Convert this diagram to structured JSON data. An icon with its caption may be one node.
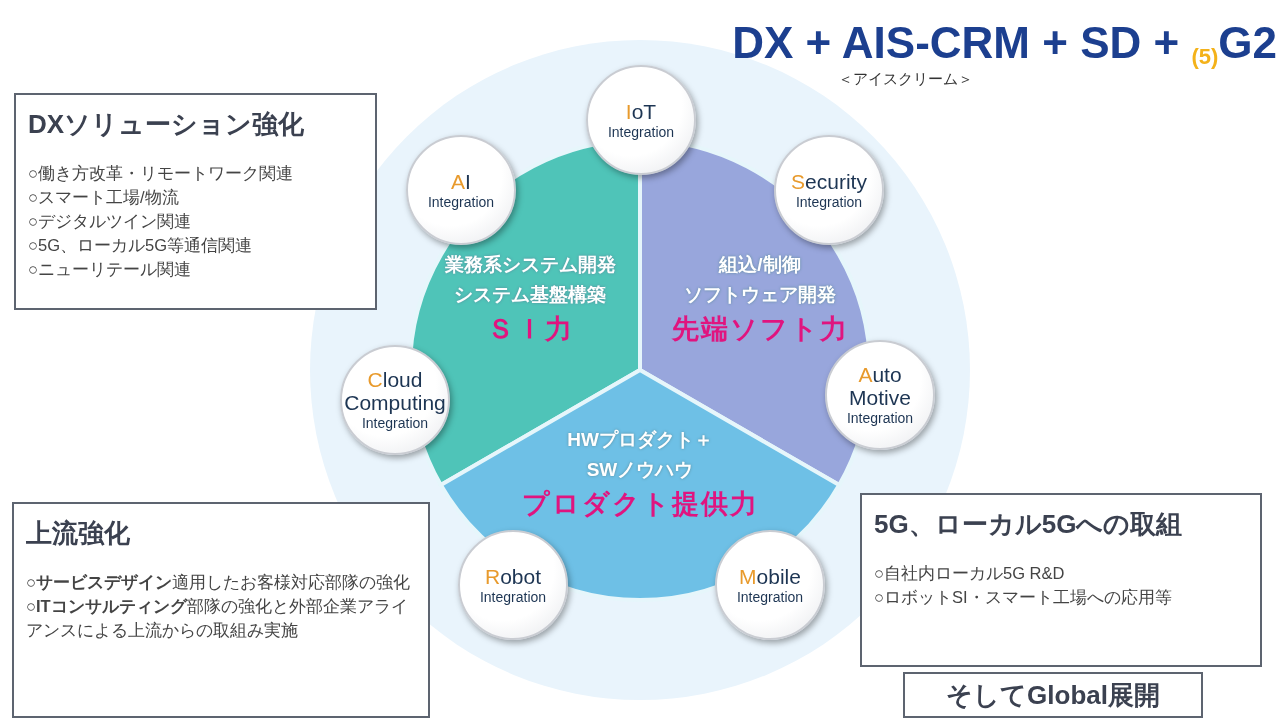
{
  "diagram": {
    "title": "**DX** + AIS-CRM + **SD** + $_{(5)}$**G2**",
    "nodes": [
      {
        "text": [
          "**DX**ソリューション強化",
          "○働き方改革・リモートワーク関連",
          "○スマート工場/物流",
          "○デジタルツイン関連",
          "○5G、ローカル5G等通信関連",
          "○ニューリテール関連"
        ]
      },
      {
        "text": [
          "業務系システム開発",
          "システム基盤構築",
          "ＳＩ力"
        ]
      },
      {
        "text": [
          "組込/制御",
          "ソフトウェア開発",
          "先端ソフト力"
        ]
      },
      {
        "text": [
          "HWプロダクト＋",
          "SWノウハウ",
          "プロダクト提供力"
        ]
      },
      {
        "text": [
          "IoT",
          "Integration"
        ]
      },
      {
        "text": [
          "AI",
          "Integration"
        ]
      },
      {
        "text": [
          "Security",
          "Integration"
        ]
      },
      {
        "text": [
          "Cloud Computing",
          "Integration"
        ]
      },
      {
        "text": [
          "Auto Motive",
          "Integration"
        ]
      },
      {
        "text": [
          "Robot",
          "Integration"
        ]
      },
      {
        "text": [
          "Mobile",
          "Integration"
        ]
      },
      {
        "text": [
          "上流強化",
          "○**サービスデザイン**適用したお客様対応部隊の強化",
          "○**ITコンサルティング**部隊の強化と外部企業アライアンスによる上流からの取組み実施"
        ]
      },
      {
        "text": [
          "**5G**、ローカル**5G**への取組",
          "○自社内ローカル5G R&D",
          "○ロボットSI・スマート工場への応用等"
        ]
      },
      {
        "text": [
          "そして**G**lobal展開"
        ]
      }
    ],
    "edges": [],
    "labels": [
      "＜アイスクリーム＞"
    ]
  }
}
